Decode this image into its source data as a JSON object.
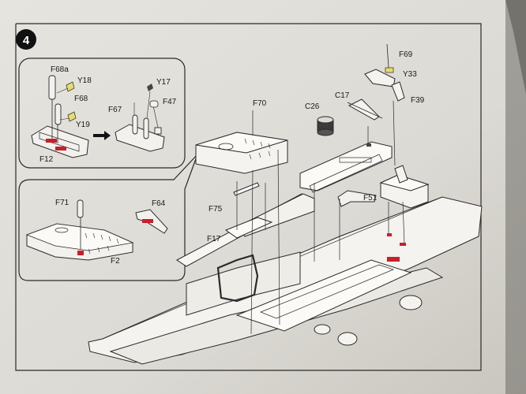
{
  "step": {
    "number": "4"
  },
  "labels": {
    "F68a": "F68a",
    "Y18": "Y18",
    "F68": "F68",
    "Y19": "Y19",
    "F12": "F12",
    "Y17": "Y17",
    "F67": "F67",
    "F47": "F47",
    "F71": "F71",
    "F64": "F64",
    "F2": "F2",
    "F70": "F70",
    "C26": "C26",
    "C17": "C17",
    "F69": "F69",
    "Y33": "Y33",
    "F39": "F39",
    "F51": "F51",
    "F75": "F75",
    "F17": "F17"
  },
  "colors": {
    "paper": "#dedcd6",
    "line": "#2a2a2a",
    "photo_etch_yellow": "#e8dc6a",
    "glue_red": "#c8202a",
    "badge": "#111111"
  }
}
